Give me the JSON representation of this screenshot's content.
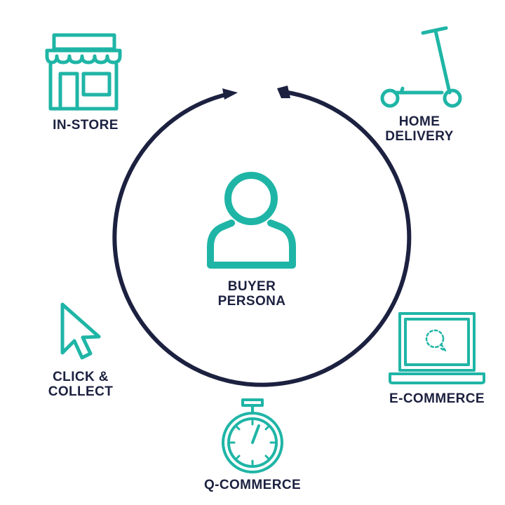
{
  "center": {
    "line1": "BUYER",
    "line2": "PERSONA",
    "icon": "person-icon"
  },
  "channels": [
    {
      "id": "in-store",
      "lines": [
        "IN-STORE"
      ],
      "icon": "storefront-icon"
    },
    {
      "id": "home-delivery",
      "lines": [
        "HOME",
        "DELIVERY"
      ],
      "icon": "scooter-icon"
    },
    {
      "id": "e-commerce",
      "lines": [
        "E-COMMERCE"
      ],
      "icon": "laptop-icon"
    },
    {
      "id": "q-commerce",
      "lines": [
        "Q-COMMERCE"
      ],
      "icon": "stopwatch-icon"
    },
    {
      "id": "click-collect",
      "lines": [
        "CLICK &",
        "COLLECT"
      ],
      "icon": "cursor-icon"
    }
  ],
  "colors": {
    "accent": "#1fb5a6",
    "cycle": "#1c2140",
    "text": "#1c2140"
  }
}
